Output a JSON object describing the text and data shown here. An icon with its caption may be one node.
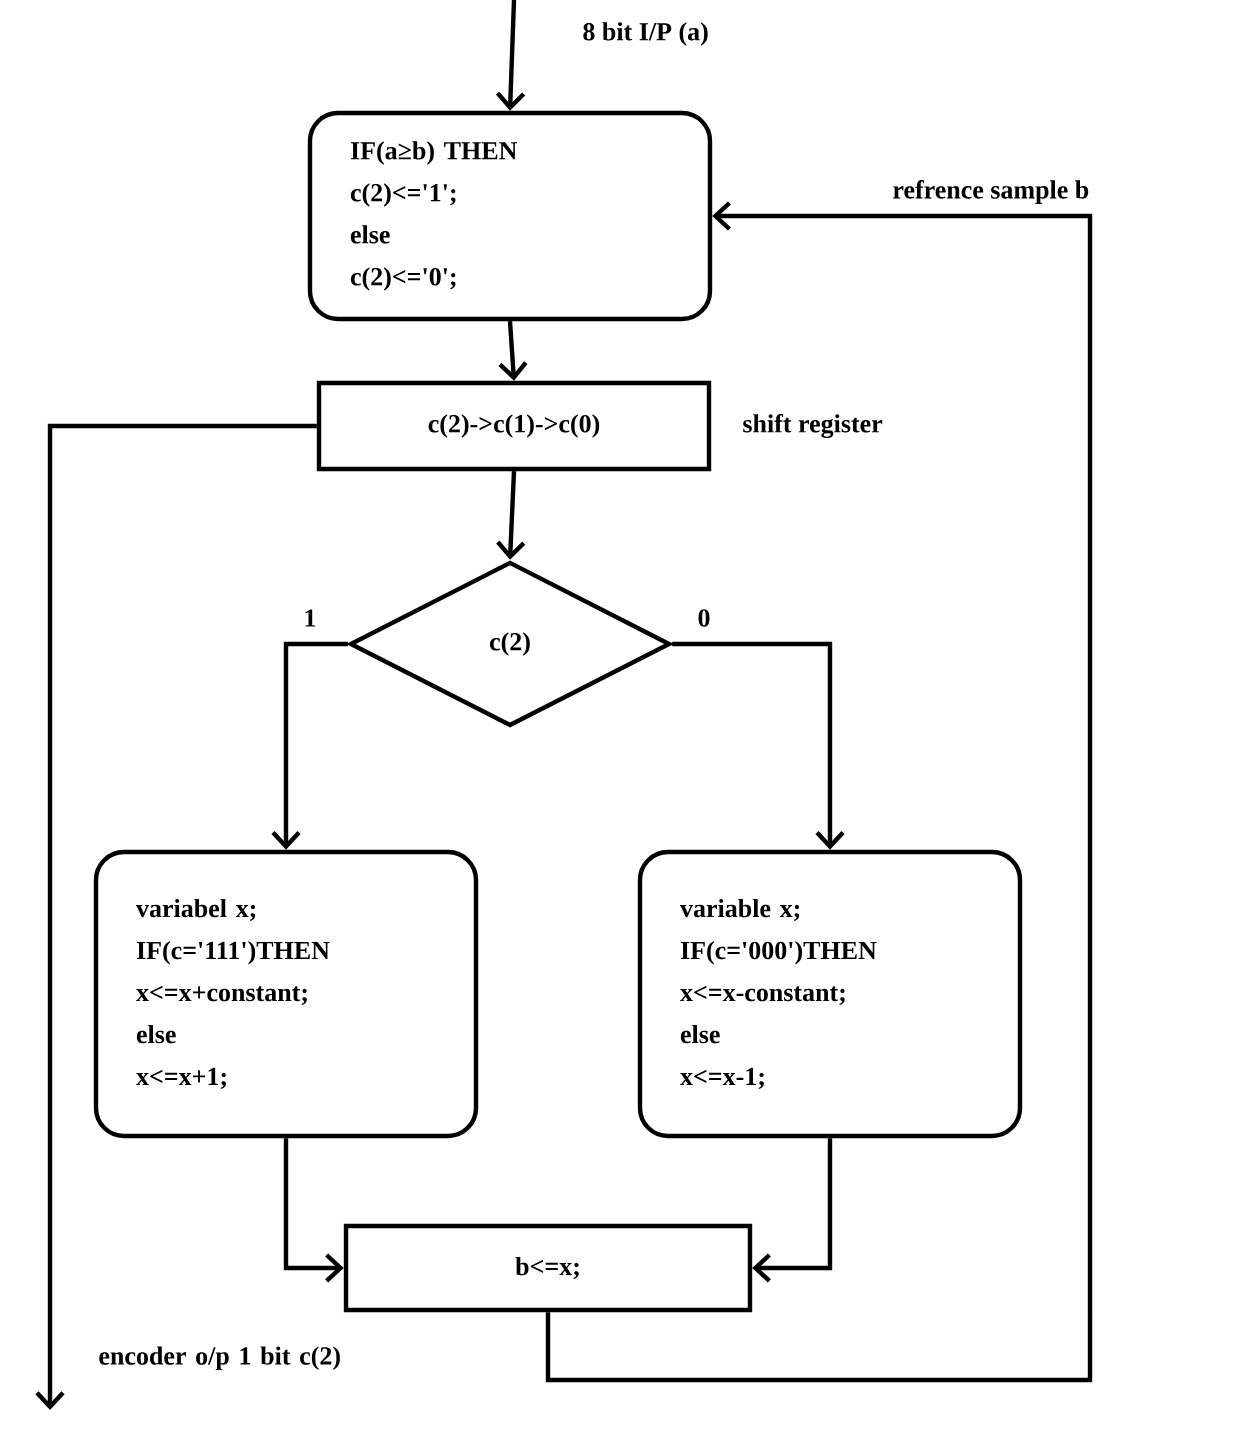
{
  "diagram": {
    "nodes": [
      {
        "text": [
          "IF(a≥b) THEN",
          "c(2)<='1';",
          "else",
          "c(2)<='0';"
        ]
      },
      {
        "text": [
          "c(2)->c(1)->c(0)"
        ],
        "beside": [
          "shift register"
        ]
      },
      {
        "text": [
          "c(2)"
        ]
      },
      {
        "text": [
          "variabel x;",
          "IF(c='111')THEN",
          "x<=x+constant;",
          "else",
          "x<=x+1;"
        ]
      },
      {
        "text": [
          "variable x;",
          "IF(c='000')THEN",
          "x<=x-constant;",
          "else",
          "x<=x-1;"
        ]
      },
      {
        "text": [
          "b<=x;"
        ]
      }
    ],
    "edges": [
      {
        "from": null,
        "to": 0,
        "arrow": "to",
        "label": "8 bit I/P (a)"
      },
      {
        "from": 0,
        "to": 1,
        "arrow": "to"
      },
      {
        "from": 1,
        "to": 2,
        "arrow": "to"
      },
      {
        "from": 2,
        "to": 3,
        "arrow": "to",
        "label": "1"
      },
      {
        "from": 2,
        "to": 4,
        "arrow": "to",
        "label": "0"
      },
      {
        "from": 3,
        "to": 5,
        "arrow": "to"
      },
      {
        "from": 4,
        "to": 5,
        "arrow": "to"
      },
      {
        "from": 5,
        "to": 0,
        "arrow": "to",
        "label": "refrence sample b"
      },
      {
        "from": 1,
        "to": null,
        "arrow": "to",
        "label": "encoder o/p 1 bit c(2)"
      }
    ]
  }
}
